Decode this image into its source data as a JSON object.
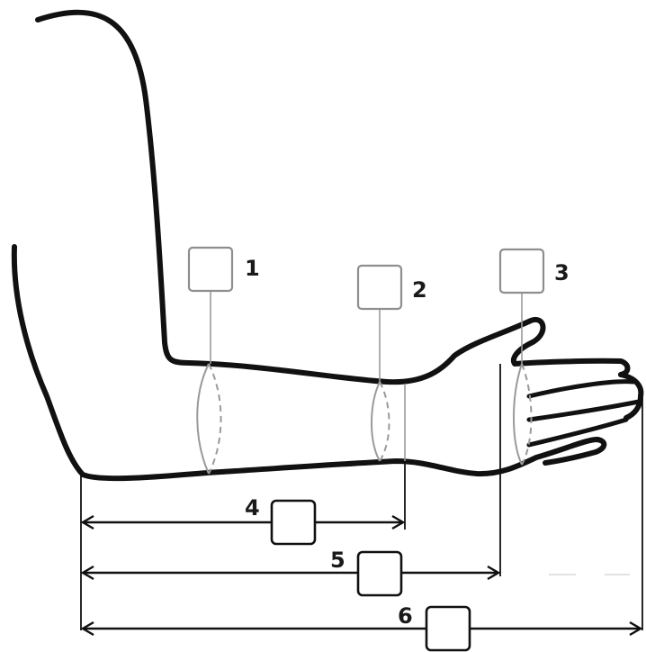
{
  "circumference_markers": [
    {
      "label": "1"
    },
    {
      "label": "2"
    },
    {
      "label": "3"
    }
  ],
  "length_markers": [
    {
      "label": "4"
    },
    {
      "label": "5"
    },
    {
      "label": "6"
    }
  ],
  "colors": {
    "outline": "#111111",
    "guide_grey": "#9a9a9a",
    "box_grey": "#8e8e8e",
    "background": "#ffffff"
  }
}
